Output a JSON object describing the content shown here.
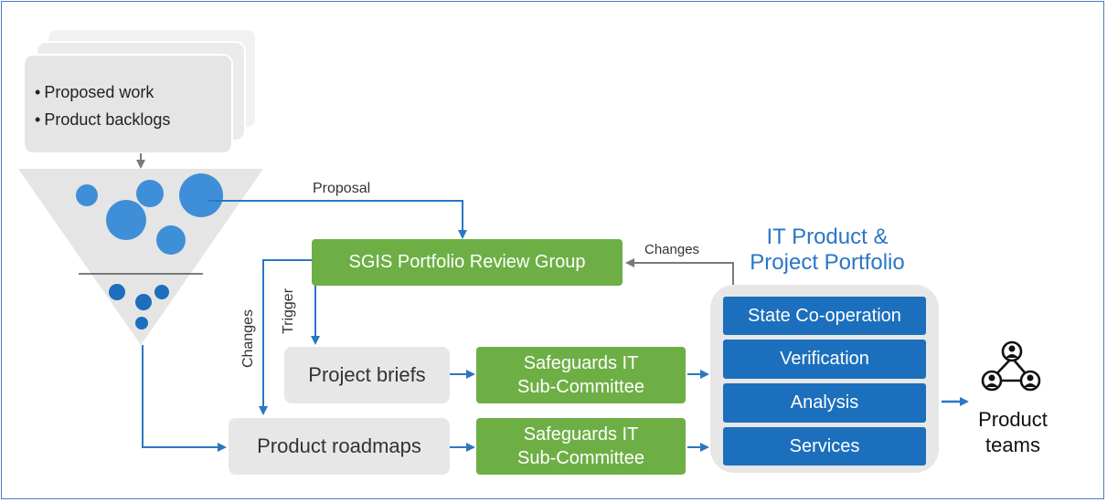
{
  "inputs": {
    "items": [
      "Proposed work",
      "Product backlogs"
    ]
  },
  "labels": {
    "proposal": "Proposal",
    "changes_top": "Changes",
    "changes_left": "Changes",
    "trigger": "Trigger"
  },
  "review_group": "SGIS Portfolio Review Group",
  "project_briefs": "Project briefs",
  "product_roadmaps": "Product roadmaps",
  "subcommittee_1": {
    "line1": "Safeguards IT",
    "line2": "Sub-Committee"
  },
  "subcommittee_2": {
    "line1": "Safeguards IT",
    "line2": "Sub-Committee"
  },
  "portfolio": {
    "title_line1": "IT Product &",
    "title_line2": "Project Portfolio",
    "items": [
      "State Co-operation",
      "Verification",
      "Analysis",
      "Services"
    ]
  },
  "product_teams": {
    "line1": "Product",
    "line2": "teams"
  },
  "colors": {
    "green": "#6daf45",
    "blue": "#1c6fbc",
    "grey": "#e7e7e7",
    "title_blue": "#2b76c4"
  }
}
